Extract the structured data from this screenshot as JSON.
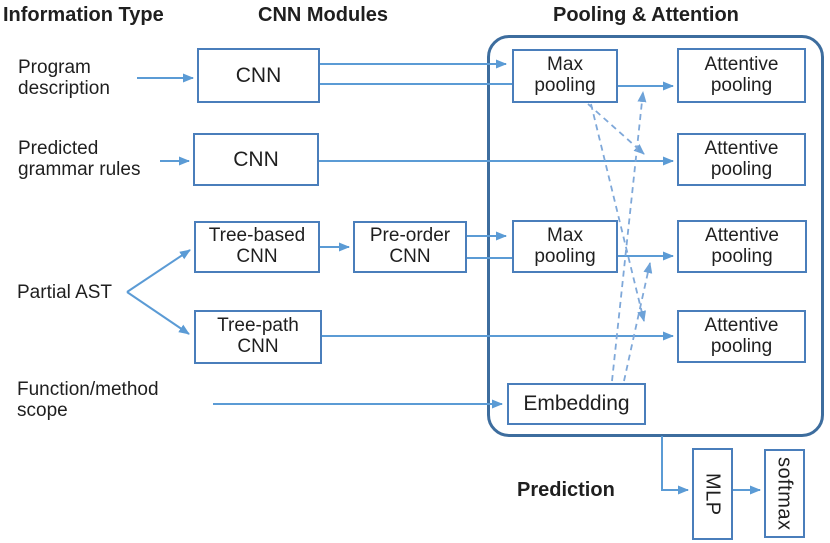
{
  "headers": {
    "information_type": "Information Type",
    "cnn_modules": "CNN Modules",
    "pooling_attention": "Pooling & Attention",
    "prediction": "Prediction"
  },
  "inputs": {
    "program_description": {
      "line1": "Program",
      "line2": "description"
    },
    "predicted_grammar": {
      "line1": "Predicted",
      "line2": "grammar rules"
    },
    "partial_ast": {
      "line1": "Partial AST"
    },
    "function_scope": {
      "line1": "Function/method",
      "line2": "scope"
    }
  },
  "boxes": {
    "cnn_1": {
      "label": "CNN"
    },
    "cnn_2": {
      "label": "CNN"
    },
    "tree_based_cnn": {
      "line1": "Tree-based",
      "line2": "CNN"
    },
    "pre_order_cnn": {
      "line1": "Pre-order",
      "line2": "CNN"
    },
    "tree_path_cnn": {
      "line1": "Tree-path",
      "line2": "CNN"
    },
    "max_pooling_1": {
      "line1": "Max",
      "line2": "pooling"
    },
    "max_pooling_2": {
      "line1": "Max",
      "line2": "pooling"
    },
    "attentive_pooling_1": {
      "line1": "Attentive",
      "line2": "pooling"
    },
    "attentive_pooling_2": {
      "line1": "Attentive",
      "line2": "pooling"
    },
    "attentive_pooling_3": {
      "line1": "Attentive",
      "line2": "pooling"
    },
    "attentive_pooling_4": {
      "line1": "Attentive",
      "line2": "pooling"
    },
    "embedding": {
      "label": "Embedding"
    },
    "mlp": {
      "label": "MLP"
    },
    "softmax": {
      "label": "softmax"
    }
  },
  "connections": [
    {
      "from": "program-description",
      "to": "cnn-1",
      "style": "solid-arrow"
    },
    {
      "from": "cnn-1",
      "to": "max-pooling-1",
      "style": "solid-double-line"
    },
    {
      "from": "max-pooling-1",
      "to": "attentive-pooling-1",
      "style": "solid-arrow"
    },
    {
      "from": "predicted-grammar-rules",
      "to": "cnn-2",
      "style": "solid-arrow"
    },
    {
      "from": "cnn-2",
      "to": "attentive-pooling-2",
      "style": "solid-arrow"
    },
    {
      "from": "partial-ast",
      "to": "tree-based-cnn",
      "style": "solid-arrow"
    },
    {
      "from": "partial-ast",
      "to": "tree-path-cnn",
      "style": "solid-arrow"
    },
    {
      "from": "tree-based-cnn",
      "to": "pre-order-cnn",
      "style": "solid-arrow"
    },
    {
      "from": "pre-order-cnn",
      "to": "max-pooling-2",
      "style": "solid-double-line"
    },
    {
      "from": "max-pooling-2",
      "to": "attentive-pooling-3",
      "style": "solid-arrow"
    },
    {
      "from": "tree-path-cnn",
      "to": "attentive-pooling-4",
      "style": "solid-arrow"
    },
    {
      "from": "function-method-scope",
      "to": "embedding",
      "style": "solid-arrow"
    },
    {
      "from": "max-pooling-1",
      "to": "attentive-pooling-2-input",
      "style": "dashed-arrow"
    },
    {
      "from": "max-pooling-1",
      "to": "attentive-pooling-4-input",
      "style": "dashed-arrow"
    },
    {
      "from": "embedding",
      "to": "attentive-pooling-1-input",
      "style": "dashed-arrow"
    },
    {
      "from": "embedding",
      "to": "attentive-pooling-3-input",
      "style": "dashed-arrow"
    },
    {
      "from": "pooling-attention-group",
      "to": "mlp",
      "style": "solid-arrow"
    },
    {
      "from": "mlp",
      "to": "softmax",
      "style": "solid-arrow"
    }
  ],
  "colors": {
    "text": "#1f1f1f",
    "box_border": "#4a7ebb",
    "container_border": "#3d6d9e",
    "solid_line": "#5b9bd5",
    "dashed_line": "#7fa8d9"
  }
}
